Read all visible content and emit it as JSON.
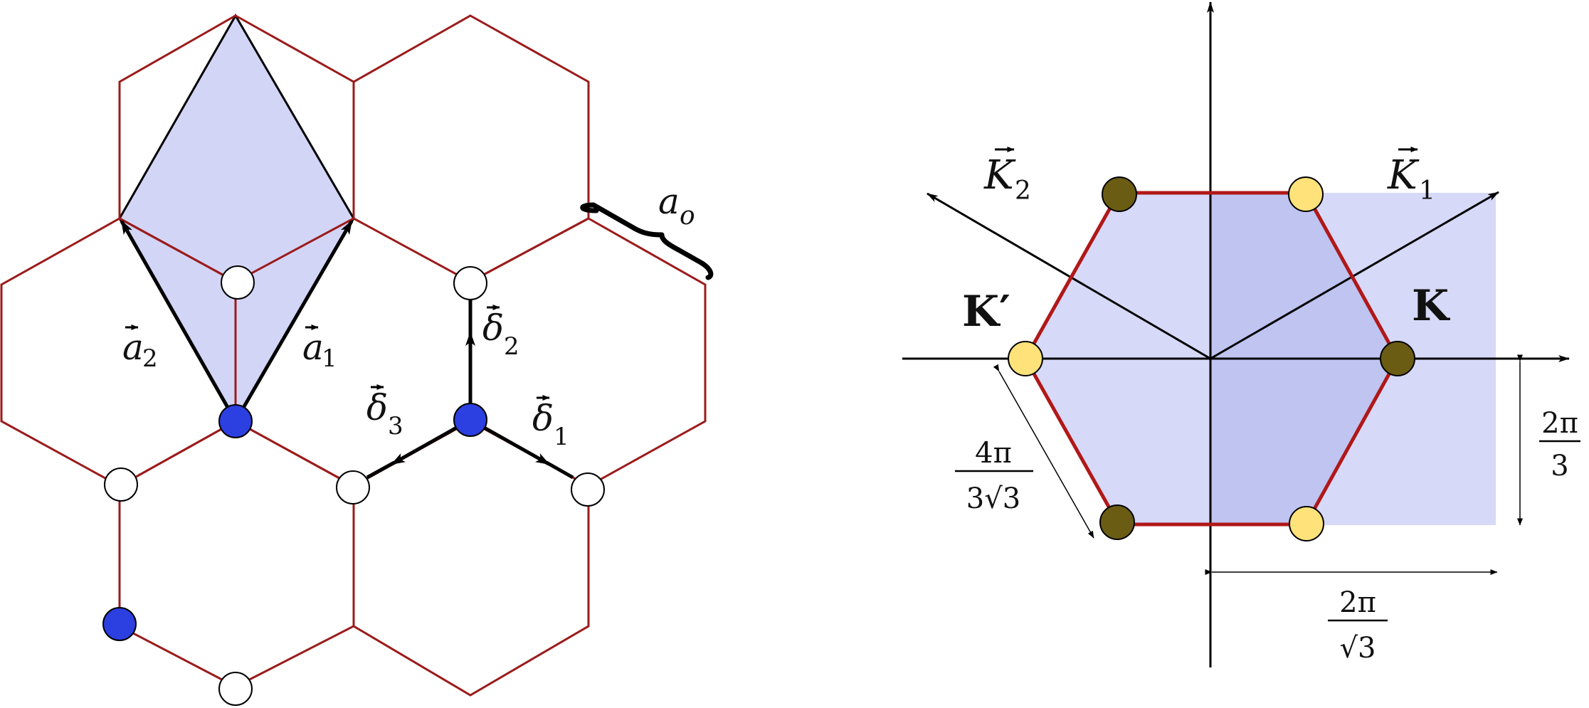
{
  "lattice_panel": {
    "labels": {
      "a1": {
        "base": "a",
        "sub": "1"
      },
      "a2": {
        "base": "a",
        "sub": "2"
      },
      "d1": {
        "base": "δ",
        "sub": "1"
      },
      "d2": {
        "base": "δ",
        "sub": "2"
      },
      "d3": {
        "base": "δ",
        "sub": "3"
      },
      "ao": {
        "base": "a",
        "sub": "o"
      }
    },
    "colors": {
      "bond": "#9b1b1b",
      "cell_fill": "#d2d5f6",
      "site_a": "#2c3fe0",
      "site_b": "#ffffff",
      "vector": "#000000"
    }
  },
  "brillouin_panel": {
    "labels": {
      "K1": {
        "base": "K",
        "sub": "1"
      },
      "K2": {
        "base": "K",
        "sub": "2"
      },
      "K": "K",
      "Kprime": "K′",
      "frac_4pi": {
        "num": "4π",
        "den": "3√3"
      },
      "frac_2pi_3": {
        "num": "2π",
        "den": "3"
      },
      "frac_2pi_sqrt3": {
        "num": "2π",
        "den": "√3"
      }
    },
    "colors": {
      "zone_edge": "#b01818",
      "zone_fill": "#d6d9f7",
      "zone_quadrant": "#bfc4f1",
      "point_k": "#6b5c14",
      "point_kprime": "#ffe27a"
    }
  }
}
